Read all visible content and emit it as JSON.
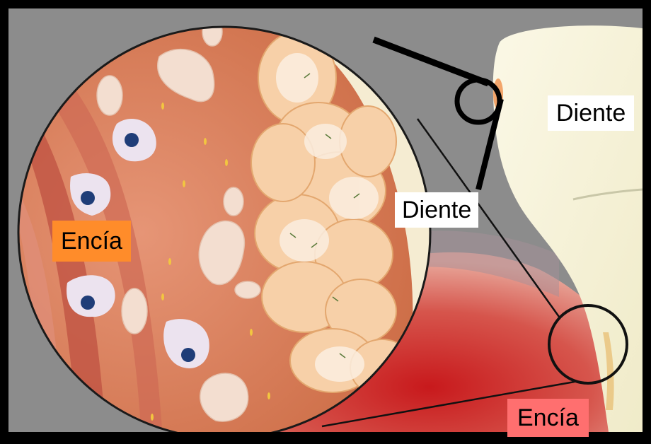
{
  "labels": {
    "tooth_top": "Diente",
    "tooth_mid": "Diente",
    "gum_left": "Encía",
    "gum_bottom": "Encía"
  },
  "colors": {
    "background_gray": "#8c8c8c",
    "tooth": "#f7f3dc",
    "gum": "#c83a2c",
    "tissue": "#d9775a",
    "gum_label_left": "#ff8c2a",
    "gum_label_bottom": "#ff6f6f"
  }
}
